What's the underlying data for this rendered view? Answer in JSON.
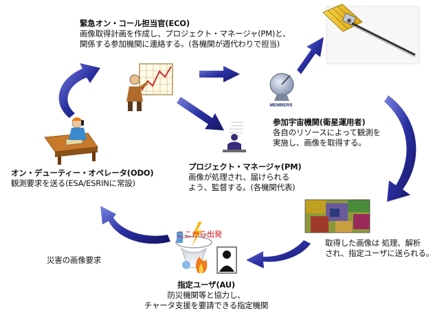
{
  "colors": {
    "arrow_dark": "#1a1a7a",
    "arrow_light": "#6e78d8",
    "start_label": "#e01010",
    "satellite_panel": "#f0c020"
  },
  "icons": {
    "satellite": "satellite-icon",
    "chart_person": "person-with-chart-icon",
    "dish": "satellite-dish-icon",
    "operator": "telephone-operator-icon",
    "manager": "computer-user-icon",
    "image": "satellite-image-icon",
    "user": "disaster-user-icon"
  },
  "nodes": {
    "eco": {
      "title": "緊急オン・コール担当官(ECO)",
      "lines": [
        "画像取得計画を作成し、プロジェクト・マネージャ(PM)と、",
        "関係する参加機関に連絡する。(各機関が週代わりで担当)"
      ]
    },
    "agency": {
      "title": "参加宇宙機関(衛星運用者)",
      "lines": [
        "各自のリソースによって観測を",
        "実施し、画像を取得する。"
      ]
    },
    "odo": {
      "title": "オン・デューティー・オペレータ(ODO)",
      "lines": [
        "観測要求を送る(ESA/ESRINに常設)"
      ]
    },
    "pm": {
      "title": "プロジェクト・マネージャ(PM)",
      "lines": [
        "画像が処理され、届けられる",
        "よう、監督する。(各機関代表)"
      ]
    },
    "image": {
      "lines": [
        "取得した画像は 処理、解析",
        "され、指定ユーザに送られる。"
      ]
    },
    "au": {
      "title": "指定ユーザ(AU)",
      "lines": [
        "防災機関等と協力し、",
        "チャータ支援を要請できる指定機関"
      ]
    }
  },
  "start_label": "ここから出発",
  "dish_label": "MEMBERS",
  "request_label": "災害の画像要求"
}
